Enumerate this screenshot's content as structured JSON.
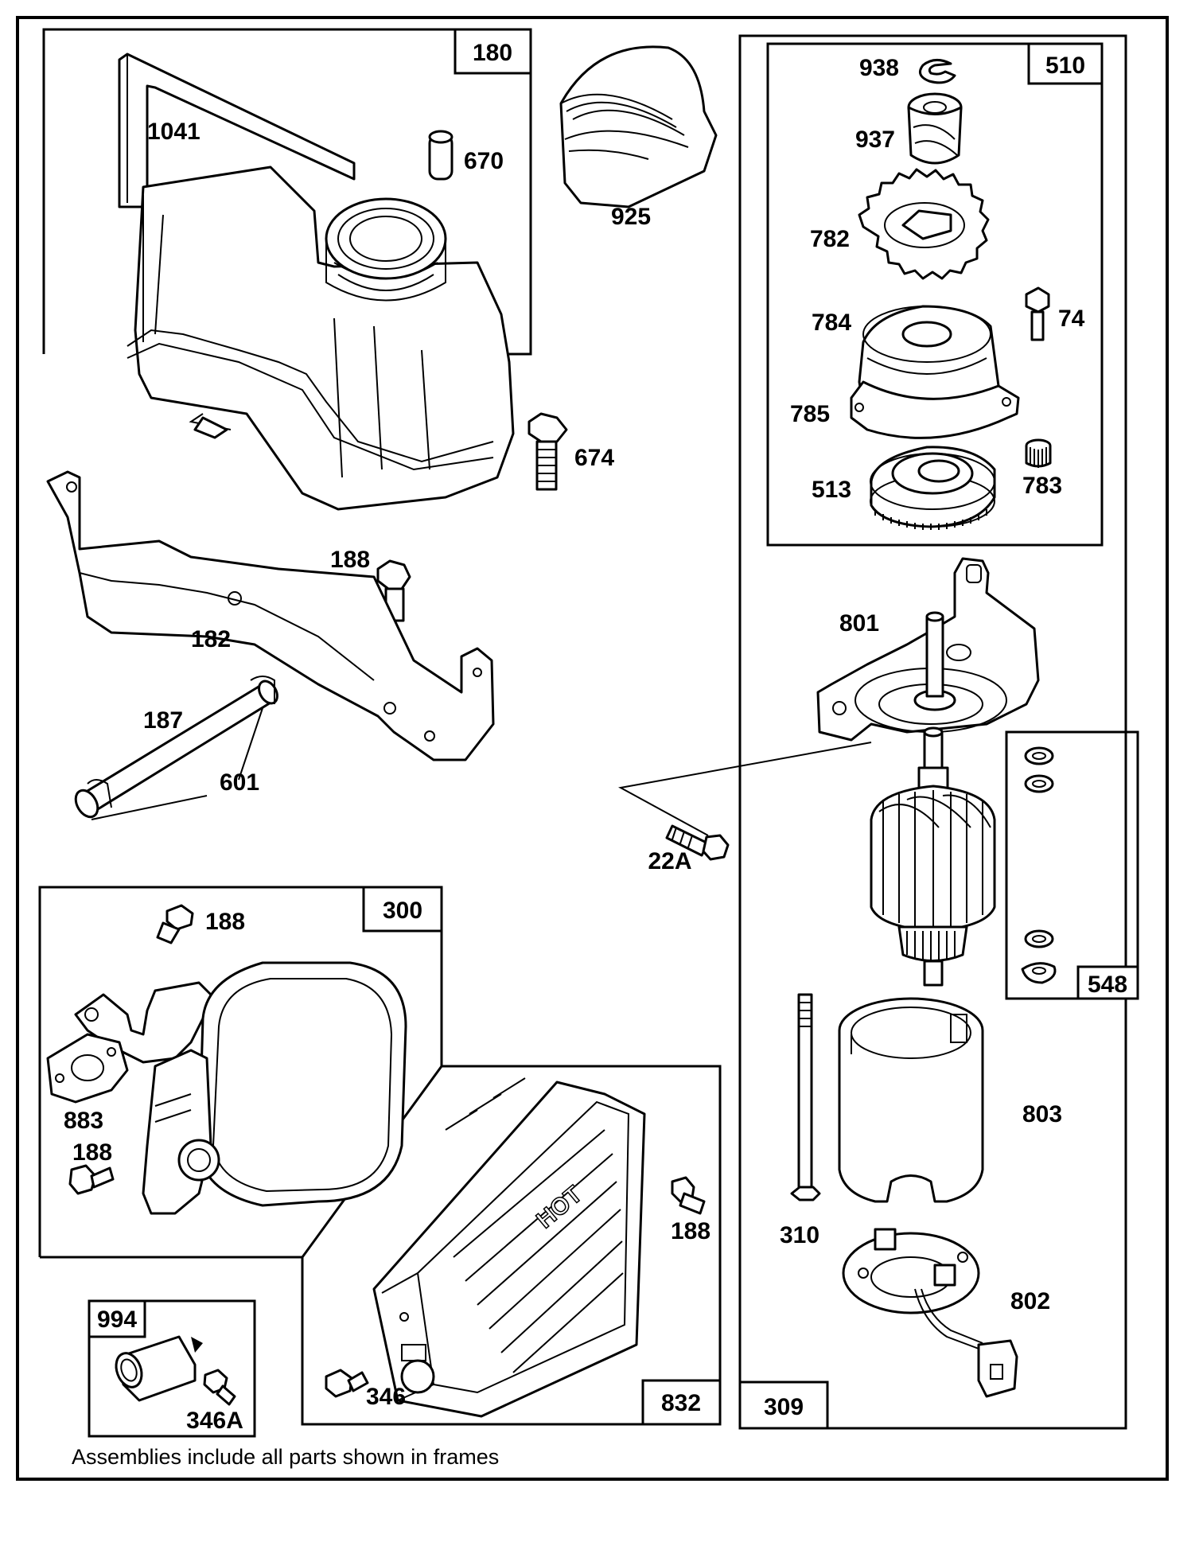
{
  "frames": {
    "f180": "180",
    "f510": "510",
    "f309": "309",
    "f300": "300",
    "f548": "548",
    "f832": "832",
    "f994": "994"
  },
  "parts": {
    "p1041": "1041",
    "p670": "670",
    "p925": "925",
    "p674": "674",
    "p188a": "188",
    "p182": "182",
    "p187": "187",
    "p601": "601",
    "p22A": "22A",
    "p188b": "188",
    "p883": "883",
    "p188c": "188",
    "p188d": "188",
    "p346": "346",
    "p346A": "346A",
    "p938": "938",
    "p937": "937",
    "p782": "782",
    "p74": "74",
    "p784": "784",
    "p785": "785",
    "p513": "513",
    "p783": "783",
    "p801": "801",
    "p803": "803",
    "p310": "310",
    "p802": "802"
  },
  "decal": "HOT",
  "note": "Assemblies include all parts shown in frames"
}
